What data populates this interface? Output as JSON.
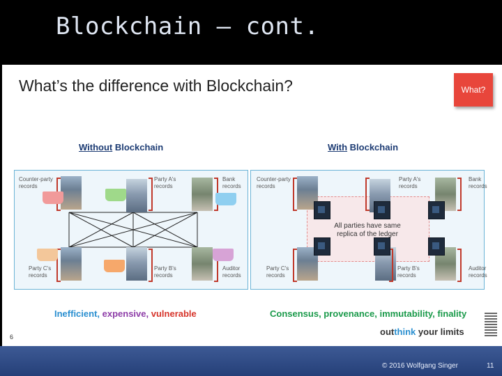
{
  "slide": {
    "title": "Blockchain – cont.",
    "footer_copyright": "© 2016  Wolfgang Singer",
    "page_number": "11"
  },
  "content": {
    "title": "What’s the difference with Blockchain?",
    "what_button": "What?",
    "left": {
      "heading_underlined": "Without",
      "heading_rest": " Blockchain",
      "labels": {
        "counter_party": "Counter-party\nrecords",
        "party_a": "Party A's\nrecords",
        "bank": "Bank\nrecords",
        "party_c": "Party C's\nrecords",
        "party_b": "Party B's\nrecords",
        "auditor": "Auditor\nrecords"
      },
      "caption": {
        "part1": "Inefficient, ",
        "part2": "expensive, ",
        "part3": "vulnerable"
      }
    },
    "right": {
      "heading_underlined": "With",
      "heading_rest": " Blockchain",
      "labels": {
        "counter_party": "Counter-party\nrecords",
        "party_a": "Party A's\nrecords",
        "bank": "Bank\nrecords",
        "party_c": "Party C's\nrecords",
        "party_b": "Party B's\nrecords",
        "auditor": "Auditor\nrecords"
      },
      "ledger_text": "All parties have same\nreplica of the ledger",
      "caption": "Consensus, provenance, immutability, finality"
    },
    "slide_number": "6",
    "tagline_out": "out",
    "tagline_think": "think",
    "tagline_rest": " your limits",
    "logo": "IBM"
  },
  "colors": {
    "accent_red": "#e8463b",
    "heading_blue": "#1c3b73",
    "caption_blue": "#2a8fd0",
    "caption_purple": "#8e3ea8",
    "caption_red": "#d6342a",
    "caption_green": "#1a9a4a"
  }
}
